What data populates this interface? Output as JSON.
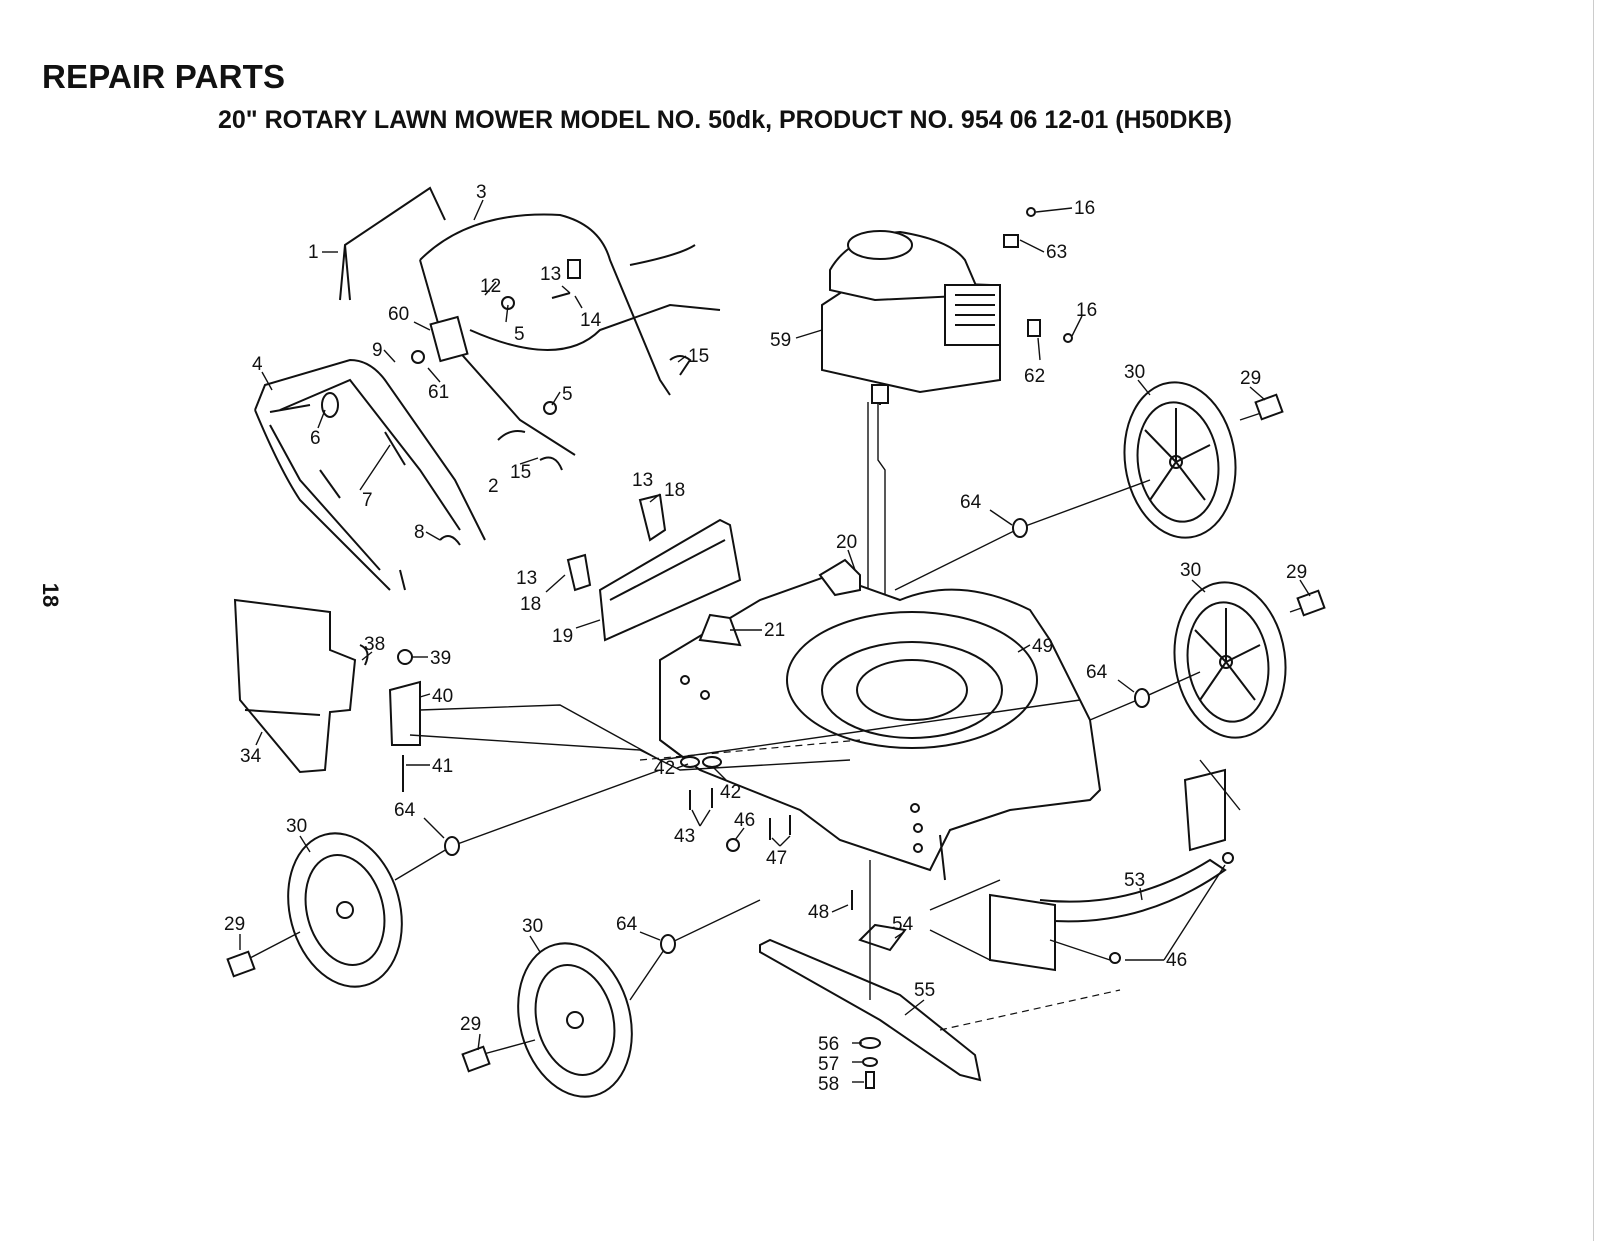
{
  "header": {
    "title": "REPAIR PARTS",
    "subtitle": "20\" ROTARY LAWN MOWER MODEL NO. 50dk, PRODUCT NO. 954 06 12-01 (H50DKB)"
  },
  "page_number": "18",
  "callouts": [
    "1",
    "2",
    "3",
    "4",
    "5",
    "5",
    "6",
    "7",
    "8",
    "9",
    "12",
    "13",
    "13",
    "13",
    "14",
    "15",
    "15",
    "16",
    "16",
    "18",
    "18",
    "19",
    "20",
    "21",
    "29",
    "29",
    "29",
    "29",
    "30",
    "30",
    "30",
    "30",
    "34",
    "38",
    "39",
    "40",
    "41",
    "42",
    "42",
    "43",
    "46",
    "46",
    "47",
    "48",
    "49",
    "53",
    "54",
    "55",
    "56",
    "57",
    "58",
    "59",
    "60",
    "61",
    "62",
    "63",
    "64",
    "64",
    "64",
    "64"
  ]
}
